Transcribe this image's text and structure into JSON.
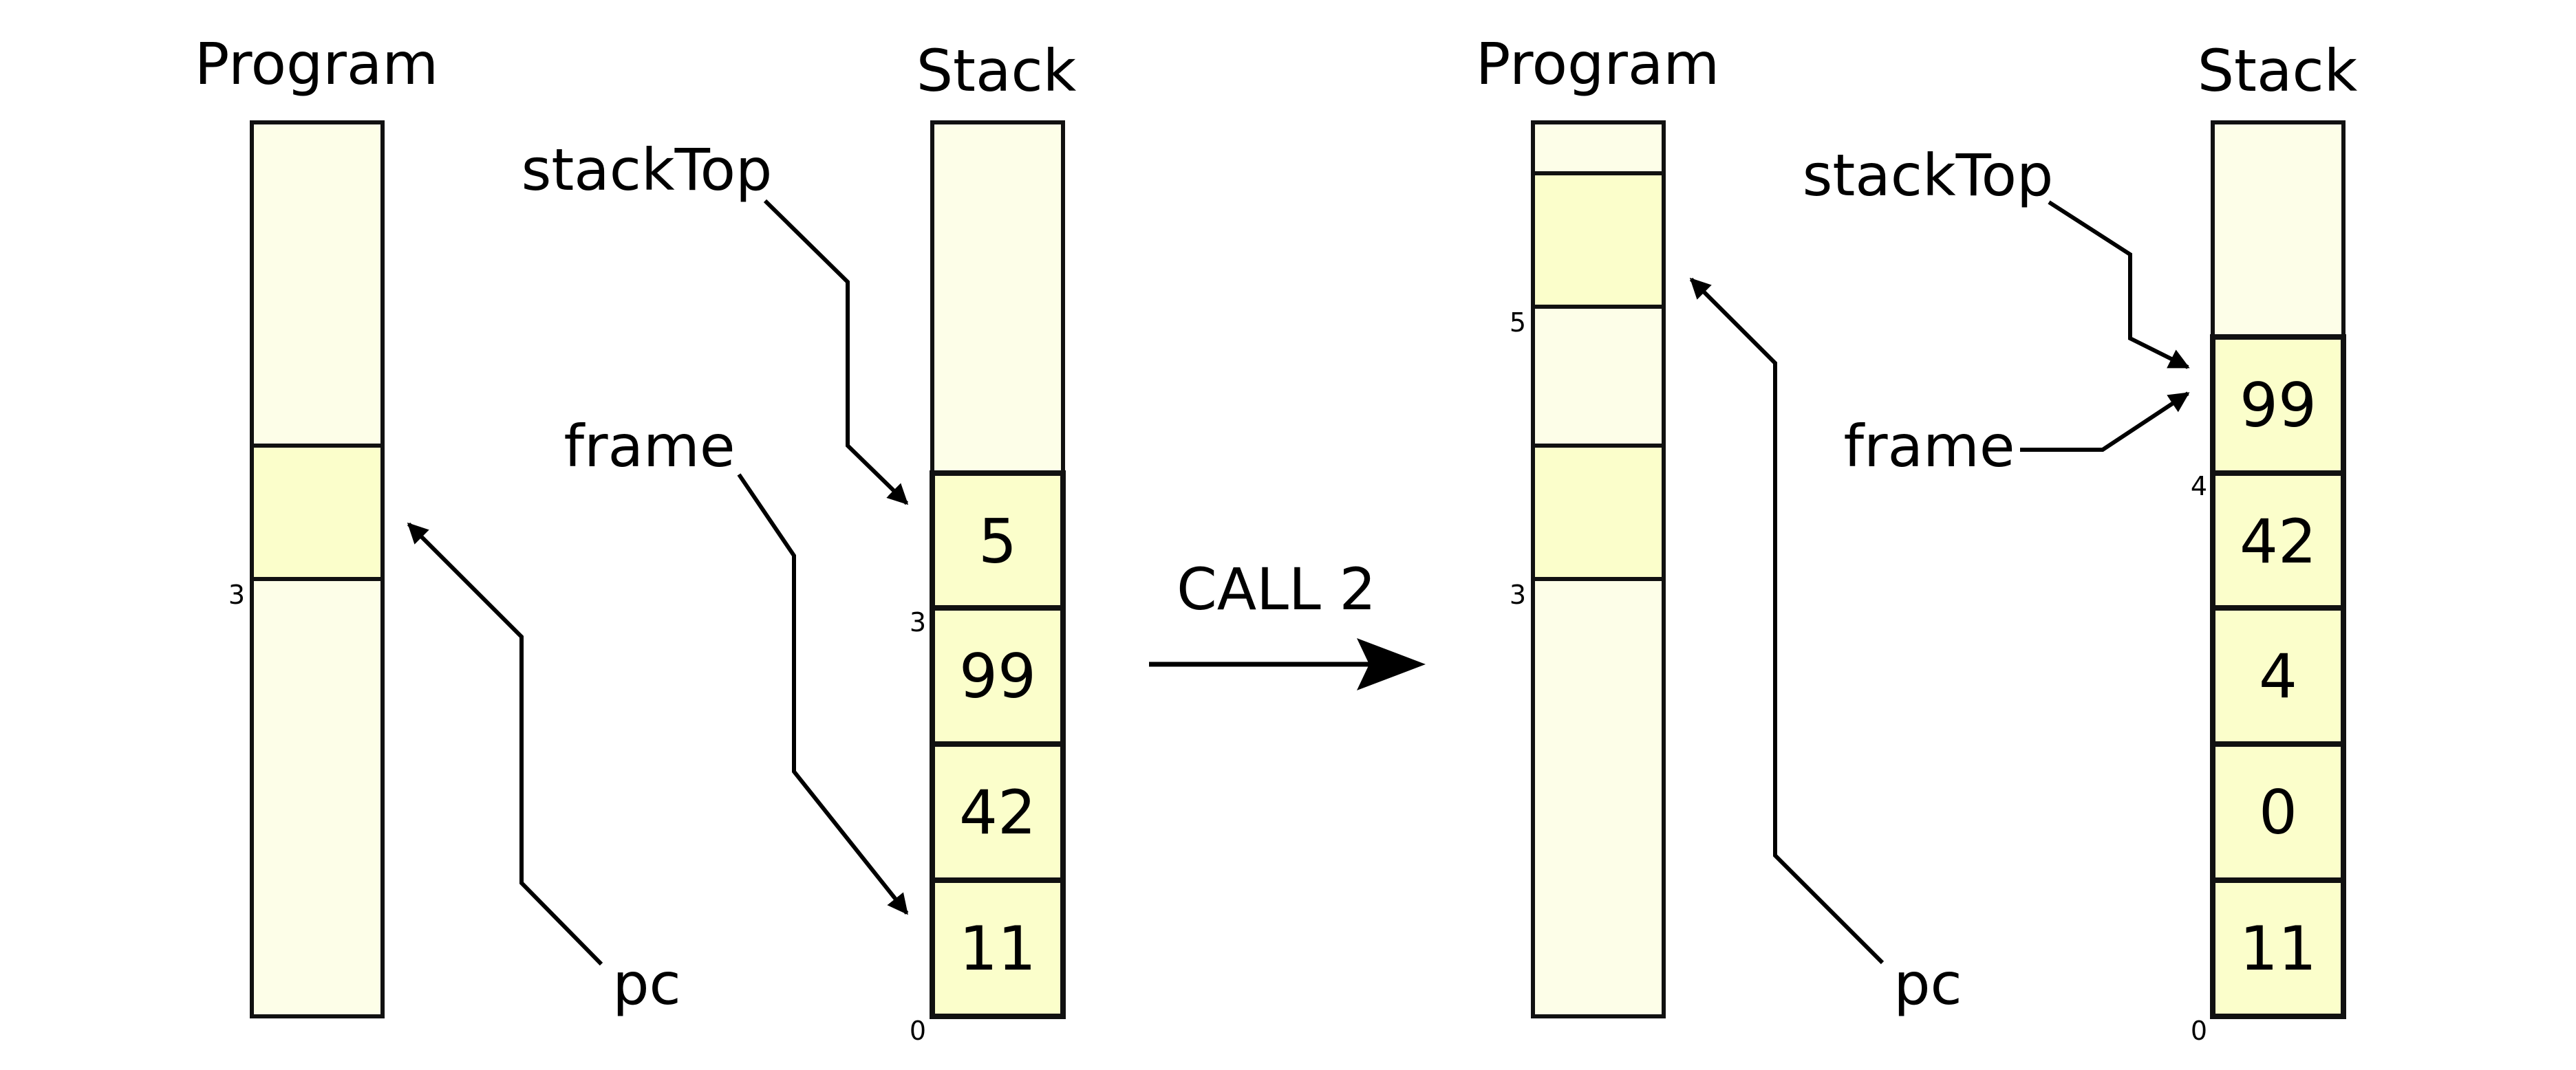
{
  "before": {
    "program": {
      "title": "Program",
      "index_label": "3"
    },
    "stack": {
      "title": "Stack",
      "cells": [
        {
          "value": "5",
          "color": "#1a8f2e"
        },
        {
          "value": "99",
          "color": "#1f3fe0"
        },
        {
          "value": "42",
          "color": "#1f3fe0"
        },
        {
          "value": "11",
          "color": "#000000"
        }
      ],
      "index_labels": {
        "frame_start": "3",
        "bottom": "0"
      }
    },
    "pointers": {
      "stack_top": "stackTop",
      "frame": "frame",
      "pc": "pc"
    }
  },
  "transition": {
    "label": "CALL 2"
  },
  "after": {
    "program": {
      "title": "Program",
      "index_labels": {
        "upper": "5",
        "lower": "3"
      }
    },
    "stack": {
      "title": "Stack",
      "cells": [
        {
          "value": "99",
          "color": "#1f3fe0"
        },
        {
          "value": "42",
          "color": "#1f3fe0"
        },
        {
          "value": "4",
          "color": "#e01212"
        },
        {
          "value": "0",
          "color": "#f07d0a"
        },
        {
          "value": "11",
          "color": "#000000"
        }
      ],
      "index_labels": {
        "frame_start": "4",
        "bottom": "0"
      }
    },
    "pointers": {
      "stack_top": "stackTop",
      "frame": "frame",
      "pc": "pc"
    }
  }
}
